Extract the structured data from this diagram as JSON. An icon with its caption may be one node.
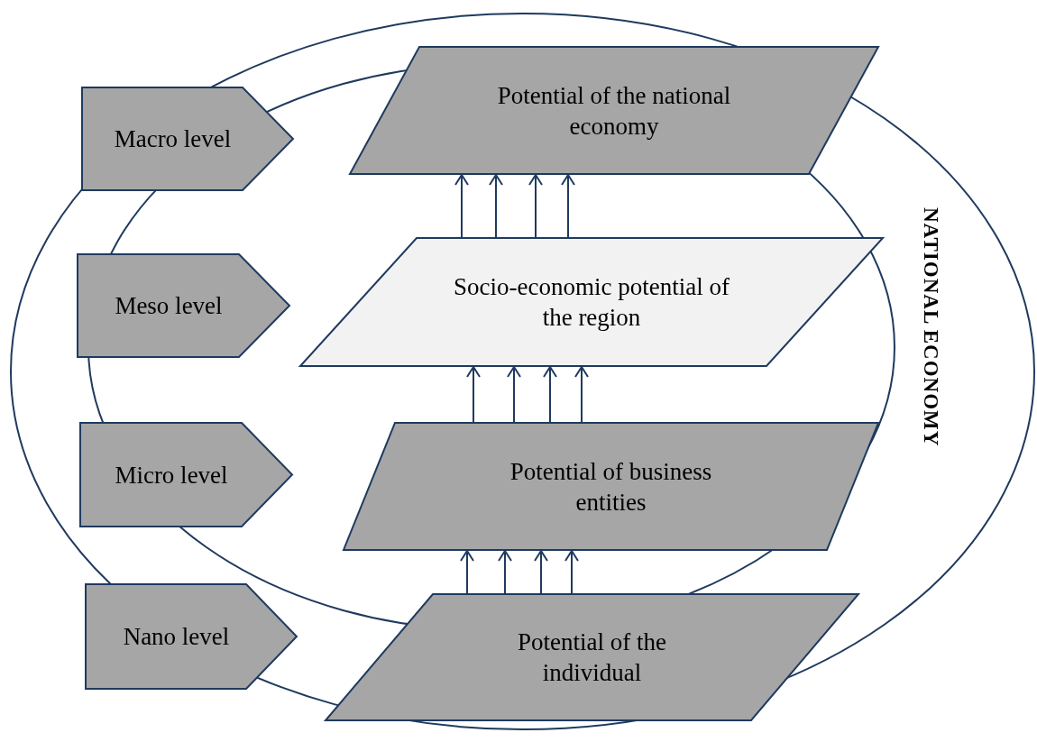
{
  "diagram": {
    "nodes": [
      {
        "text": [
          "NATIONAL ECONOMY"
        ]
      },
      {
        "text": [
          "Macro level"
        ],
        "in": 0
      },
      {
        "text": [
          "Potential of the national economy"
        ],
        "in": 0
      },
      {
        "text": [
          "Meso level"
        ],
        "in": 0
      },
      {
        "text": [
          "Socio-economic potential of the region"
        ],
        "in": 0
      },
      {
        "text": [
          "Micro level"
        ],
        "in": 0
      },
      {
        "text": [
          "Potential of business entities"
        ],
        "in": 0
      },
      {
        "text": [
          "Nano level"
        ],
        "in": 0
      },
      {
        "text": [
          "Potential of the individual"
        ],
        "in": 0
      }
    ],
    "edges": [
      {
        "from": 8,
        "to": 6,
        "arrow": "to"
      },
      {
        "from": 8,
        "to": 6,
        "arrow": "to"
      },
      {
        "from": 8,
        "to": 6,
        "arrow": "to"
      },
      {
        "from": 8,
        "to": 6,
        "arrow": "to"
      },
      {
        "from": 6,
        "to": 4,
        "arrow": "to"
      },
      {
        "from": 6,
        "to": 4,
        "arrow": "to"
      },
      {
        "from": 6,
        "to": 4,
        "arrow": "to"
      },
      {
        "from": 6,
        "to": 4,
        "arrow": "to"
      },
      {
        "from": 4,
        "to": 2,
        "arrow": "to"
      },
      {
        "from": 4,
        "to": 2,
        "arrow": "to"
      },
      {
        "from": 4,
        "to": 2,
        "arrow": "to"
      },
      {
        "from": 4,
        "to": 2,
        "arrow": "to"
      }
    ]
  }
}
